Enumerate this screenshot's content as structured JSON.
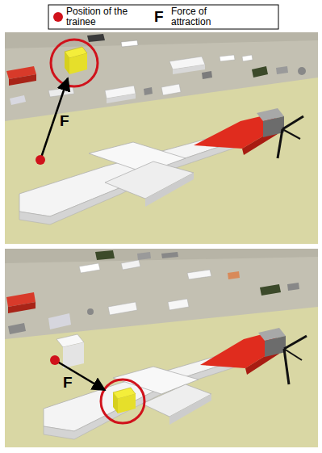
{
  "diagram": {
    "labels": [
      "F",
      "F",
      "F"
    ],
    "legend": [
      {
        "text": "Position of the trainee",
        "color": "#d0121b"
      },
      {
        "text": "Force of attraction"
      }
    ]
  }
}
